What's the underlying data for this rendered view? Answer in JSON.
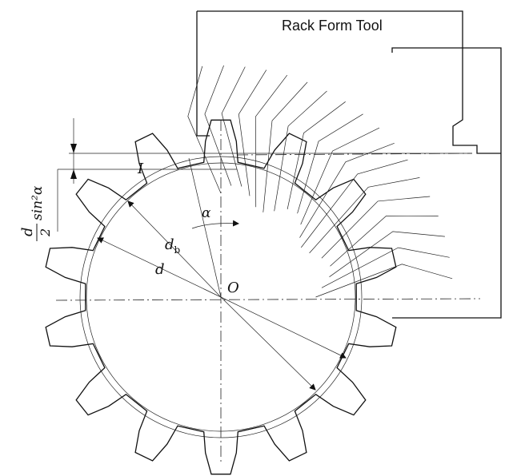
{
  "tool_label": "Rack Form Tool",
  "labels": {
    "I": "I",
    "alpha": "α",
    "d_b": "d",
    "d_b_sub": "b",
    "d": "d",
    "O": "O"
  },
  "side_formula": {
    "numerator": "d",
    "denominator": "2",
    "tail": "sin²α"
  }
}
